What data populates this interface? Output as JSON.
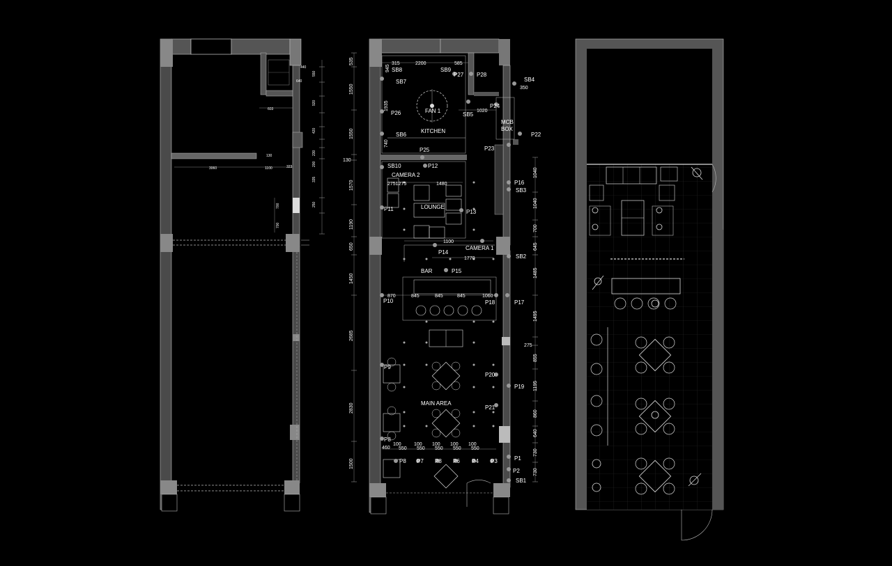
{
  "plans": {
    "existing": {
      "dims": [
        "3060",
        "1100",
        "130",
        "323",
        "603",
        "640",
        "440",
        "550",
        "920",
        "420",
        "230",
        "200",
        "335",
        "250",
        "700",
        "700"
      ]
    },
    "layout": {
      "rooms": {
        "kitchen": "KITCHEN",
        "lounge": "LOUNGE",
        "bar": "BAR",
        "main_area": "MAIN AREA",
        "mcb_box_1": "MCB",
        "mcb_box_2": "BOX"
      },
      "equipment": {
        "fan": "FAN 1",
        "camera_1": "CAMERA 1",
        "camera_2": "CAMERA 2"
      },
      "points": [
        "P1",
        "P2",
        "P3",
        "P4",
        "P6",
        "P7",
        "P8",
        "P8",
        "P9",
        "P10",
        "P11",
        "P12",
        "P13",
        "P14",
        "P15",
        "P16",
        "P17",
        "P18",
        "P19",
        "P20",
        "P21",
        "P22",
        "P23",
        "P24",
        "P25",
        "P26",
        "P27",
        "P28"
      ],
      "switchboards": [
        "SB1",
        "SB2",
        "SB3",
        "SB4",
        "SB5",
        "SB6",
        "SB7",
        "SB8",
        "SB9",
        "SB10"
      ],
      "left_dims": [
        "535",
        "1550",
        "1935",
        "1550",
        "740",
        "130",
        "1570",
        "1190",
        "650",
        "1450",
        "2685",
        "2830",
        "1500"
      ],
      "right_dims": [
        "350",
        "1040",
        "1040",
        "700",
        "645",
        "1485",
        "1495",
        "275",
        "855",
        "1195",
        "860",
        "640",
        "730",
        "730"
      ],
      "inner_dims": [
        "315",
        "2200",
        "585",
        "945",
        "1020",
        "2751275",
        "1480",
        "1100",
        "1770",
        "870",
        "845",
        "845",
        "845",
        "1060",
        "460",
        "100",
        "550",
        "100",
        "550",
        "100",
        "550",
        "100",
        "550",
        "100",
        "550"
      ]
    },
    "furniture": {}
  }
}
